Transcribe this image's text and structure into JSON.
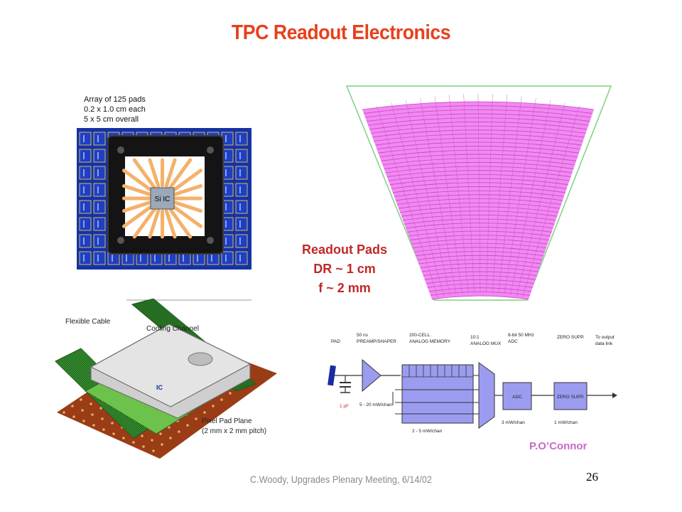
{
  "slide": {
    "title": "TPC Readout Electronics",
    "readout_pads": {
      "heading": "Readout Pads",
      "dr_line": "DR ~ 1 cm",
      "phi_line": "f ~ 2 mm"
    },
    "credit": "P.O’Connor",
    "footer": "C.Woody, Upgrades Plenary Meeting, 6/14/02",
    "slide_number": "26"
  },
  "chip_figure": {
    "notes": [
      "Array of 125 pads",
      "0.2 x 1.0 cm each",
      "5 x 5 cm overall"
    ],
    "chip_label": "Si IC"
  },
  "module_figure": {
    "flexible_cable": "Flexible Cable",
    "cooling_channel": "Cooling Channel",
    "ic_label": "IC",
    "pad_plane": "Pixel Pad Plane",
    "pad_pitch": "(2 mm x 2 mm pitch)"
  },
  "block_diagram": {
    "headers": {
      "pad": "PAD",
      "preamp_1": "50 ns",
      "preamp_2": "PREAMP/SHAPER",
      "memory_1": "200-CELL.",
      "memory_2": "ANALOG MEMORY",
      "mux_1": "10:1",
      "mux_2": "ANALOG MUX",
      "adc_1": "8-bit 50 MHz",
      "adc_2": "ADC",
      "zs": "ZERO SUPP.",
      "out_1": "To output",
      "out_2": "data link"
    },
    "cap_label": "1 pF",
    "adc_box": "ADC",
    "zs_box": "ZERO SUPP.",
    "power": {
      "preamp": "5 - 20 mW/chan",
      "memory": "2 - 5 mW/chan",
      "adc": "3 mW/chan",
      "zs": "1 mW/chan"
    }
  },
  "colors": {
    "title": "#e8401c",
    "pads_label": "#c0282a",
    "pad_fill": "#f08af0",
    "pad_line": "#d040d0",
    "sector_outline": "#7fd17f",
    "diagram_block": "#9b9cf0",
    "credit": "#c869c8"
  }
}
